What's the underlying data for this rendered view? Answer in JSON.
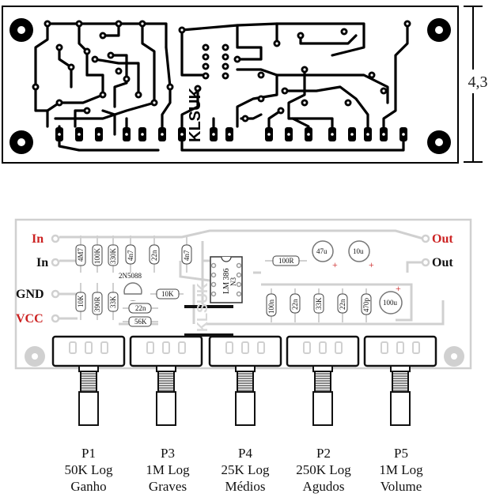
{
  "dimension_label": "4,3",
  "board_logo": "KLSUK",
  "connections": {
    "in_red": "In",
    "in_black": "In",
    "gnd": "GND",
    "vcc": "VCC",
    "out_red": "Out",
    "out_black": "Out"
  },
  "components": {
    "r_4m7": "4M7",
    "r_100k": "100K",
    "r_330k": "330K",
    "c_4n7_a": "4n7",
    "c_22n_a": "22n",
    "c_4n7_b": "4n7",
    "r_10k_a": "10K",
    "r_390r": "390R",
    "r_33k_a": "33K",
    "q_2n5088": "2N5088",
    "r_10k_b": "10K",
    "c_22n_b": "22n",
    "r_56k": "56K",
    "ic_name": "LM 386",
    "ic_suffix": "N3",
    "r_100r": "100R",
    "c_47u": "47u",
    "c_10u": "10u",
    "c_100n": "100n",
    "c_22n_c": "22n",
    "r_33k_b": "33K",
    "c_22n_d": "22n",
    "c_470p": "470p",
    "c_100u": "100u",
    "plus_sign": "+"
  },
  "potentiometers": [
    {
      "id": "P1",
      "value": "50K Log",
      "function": "Ganho"
    },
    {
      "id": "P3",
      "value": "1M Log",
      "function": "Graves"
    },
    {
      "id": "P4",
      "value": "25K Log",
      "function": "Médios"
    },
    {
      "id": "P2",
      "value": "250K Log",
      "function": "Agudos"
    },
    {
      "id": "P5",
      "value": "1M Log",
      "function": "Volume"
    }
  ],
  "colors": {
    "trace": "#000000",
    "silkscreen": "#d0d0d0",
    "label_red": "#cc2222",
    "pot_body": "#ffffff",
    "outline": "#111111"
  }
}
